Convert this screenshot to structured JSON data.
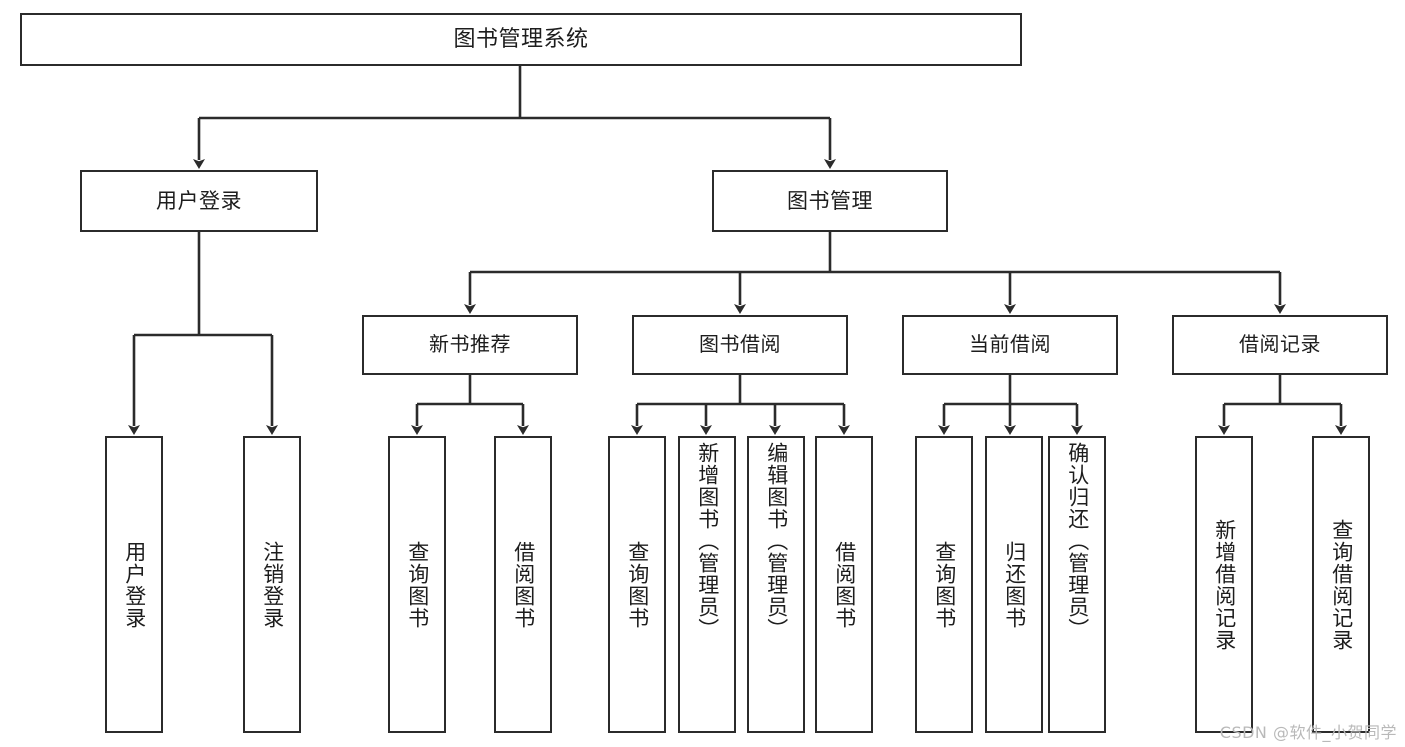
{
  "diagram": {
    "title": "图书管理系统",
    "type": "tree",
    "watermark": "CSDN @软件_小贺同学",
    "colors": {
      "node_border": "#2b2b2b",
      "node_fill": "#ffffff",
      "edge": "#2b2b2b",
      "text": "#1d1d1d",
      "watermark": "#b9b9b9",
      "background": "#ffffff"
    }
  },
  "root": {
    "label": "图书管理系统"
  },
  "level1": [
    {
      "label": "用户登录"
    },
    {
      "label": "图书管理"
    }
  ],
  "level2": [
    {
      "label": "新书推荐"
    },
    {
      "label": "图书借阅"
    },
    {
      "label": "当前借阅"
    },
    {
      "label": "借阅记录"
    }
  ],
  "leaves": {
    "user_login": [
      {
        "label": "用户登录"
      },
      {
        "label": "注销登录"
      }
    ],
    "new_book_recommend": [
      {
        "label": "查询图书"
      },
      {
        "label": "借阅图书"
      }
    ],
    "book_borrow": [
      {
        "label": "查询图书"
      },
      {
        "label": "新增图书（管理员）"
      },
      {
        "label": "编辑图书（管理员）"
      },
      {
        "label": "借阅图书"
      }
    ],
    "current_borrow": [
      {
        "label": "查询图书"
      },
      {
        "label": "归还图书"
      },
      {
        "label": "确认归还（管理员）"
      }
    ],
    "borrow_record": [
      {
        "label": "新增借阅记录"
      },
      {
        "label": "查询借阅记录"
      }
    ]
  }
}
